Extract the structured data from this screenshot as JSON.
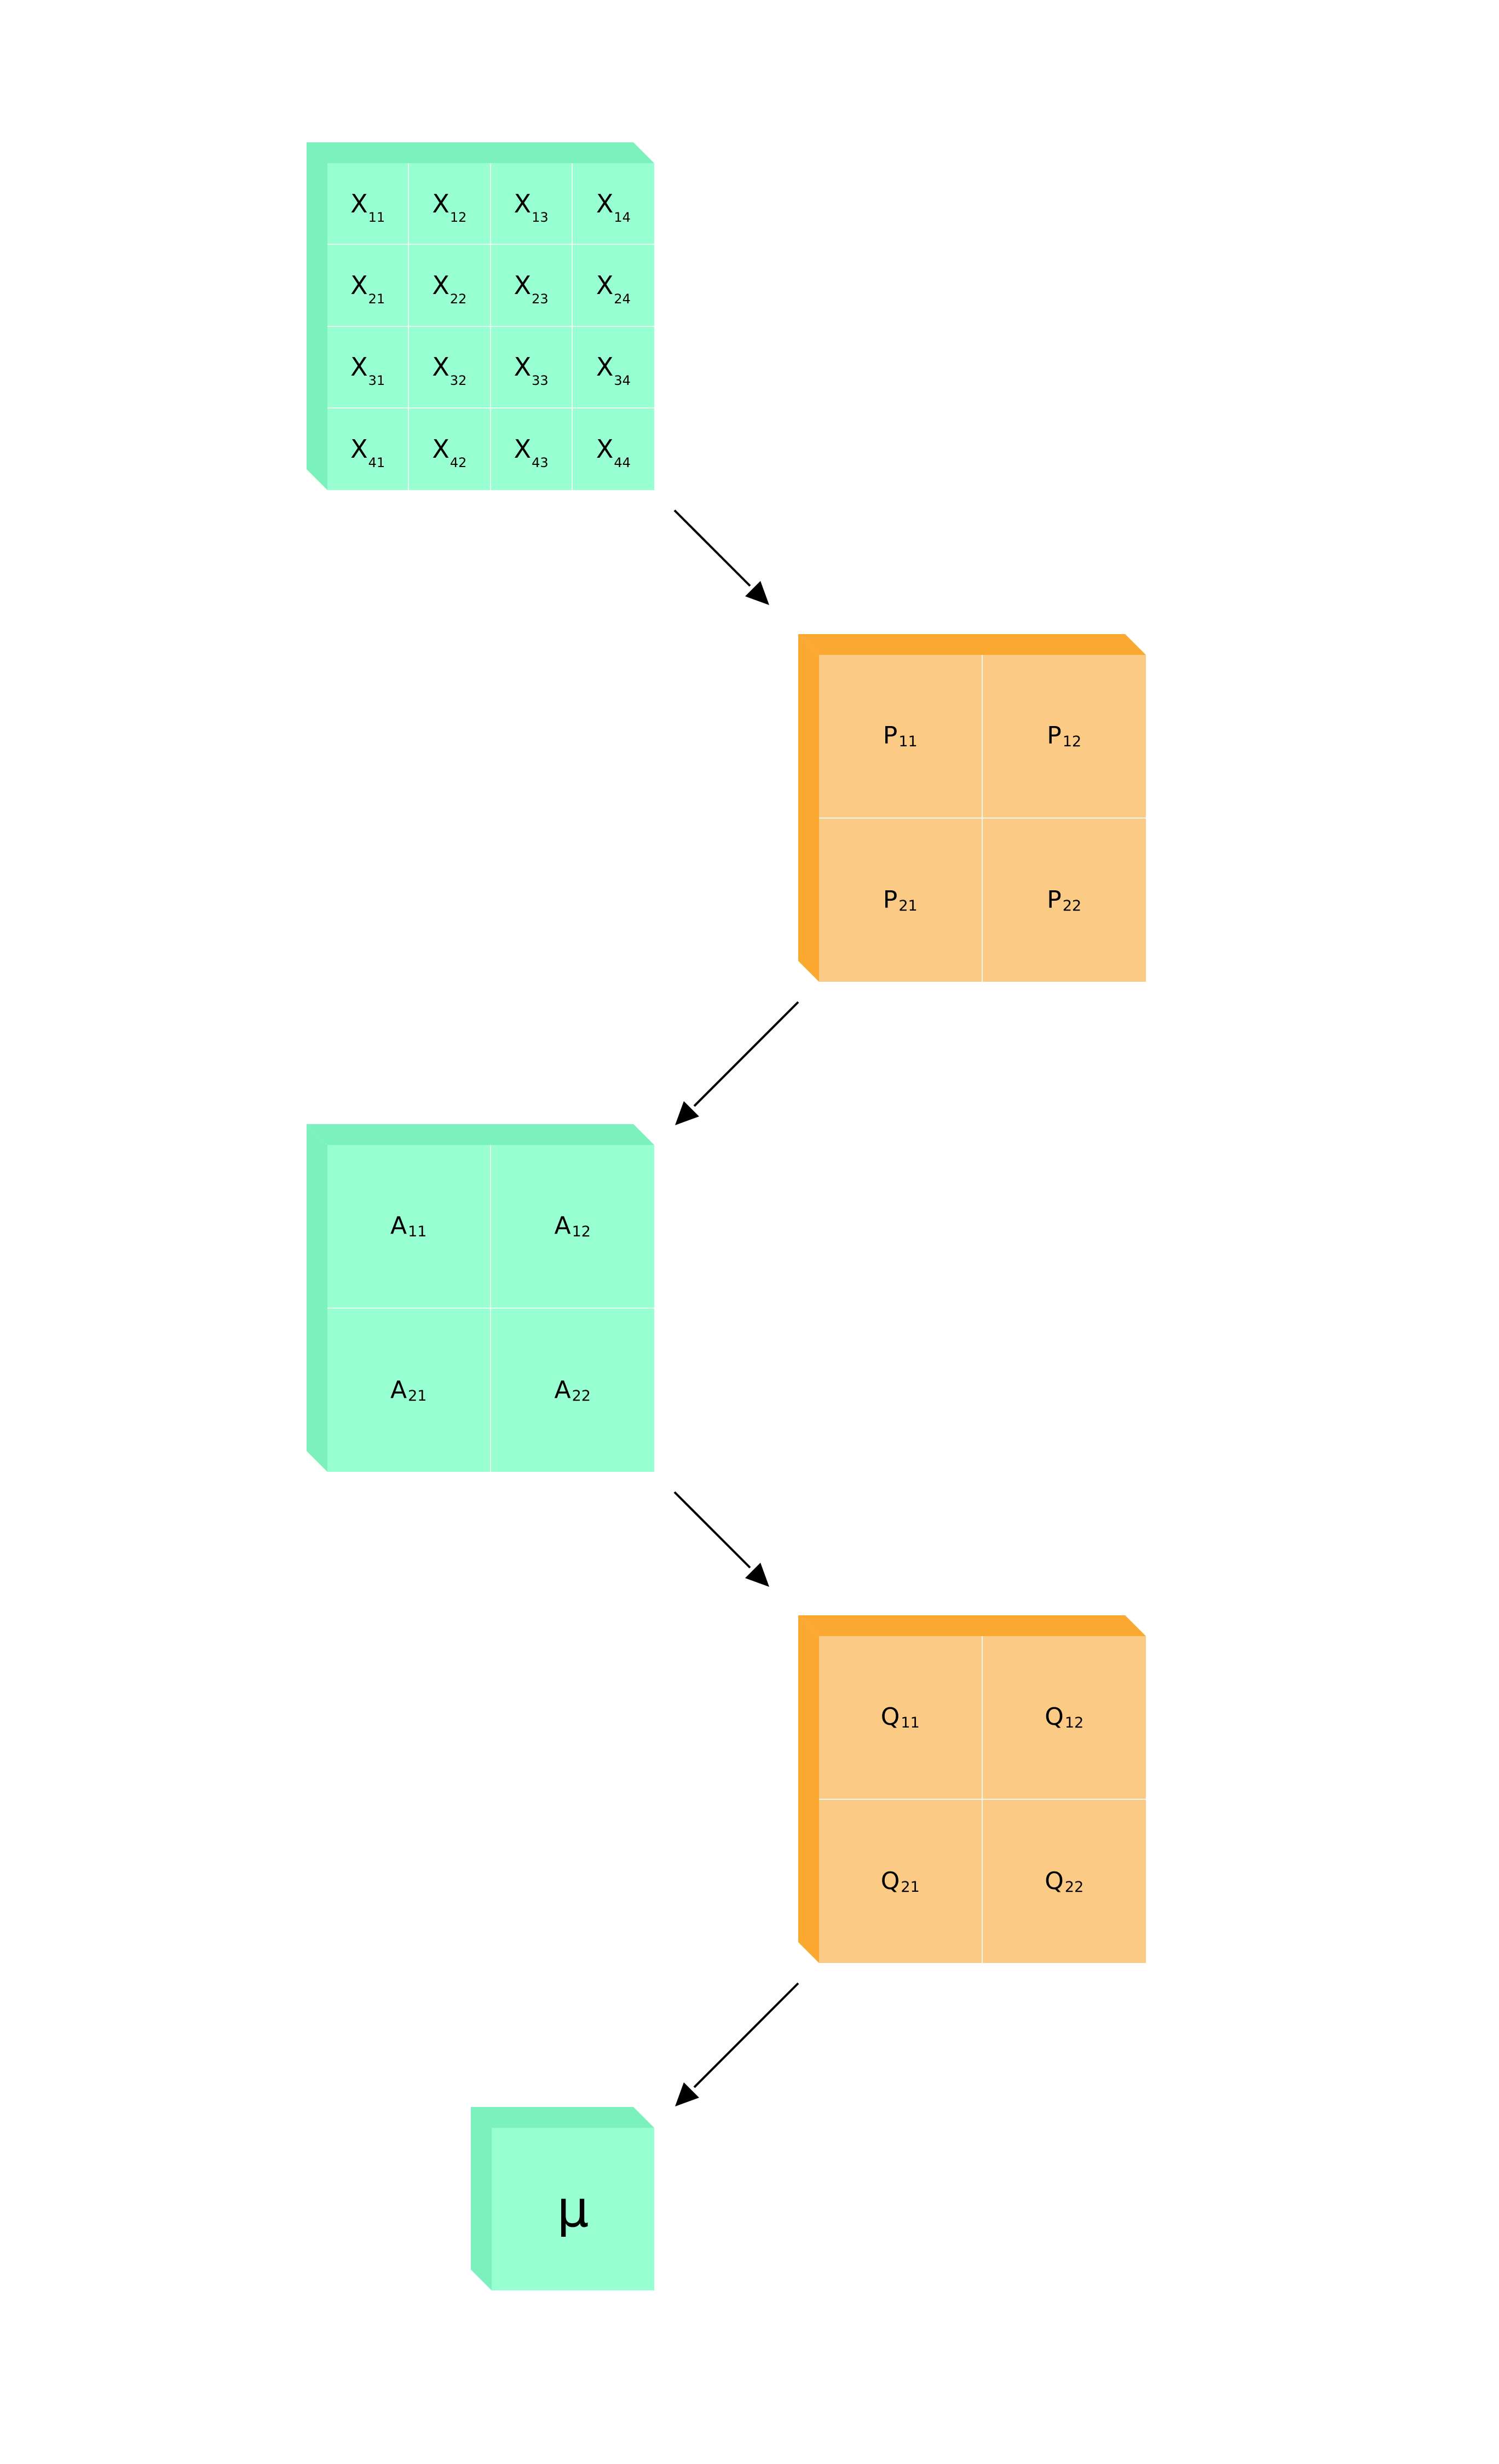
{
  "colors": {
    "green_front": "#97FFD1",
    "green_depth": "#7BF2BE",
    "orange_front": "#FBCA84",
    "orange_depth": "#FBA830",
    "grid_line": "#E9F7EF",
    "arrow": "#000000"
  },
  "matrices": {
    "X": {
      "color": "green",
      "rows": [
        [
          {
            "letter": "X",
            "sub": "11"
          },
          {
            "letter": "X",
            "sub": "12"
          },
          {
            "letter": "X",
            "sub": "13"
          },
          {
            "letter": "X",
            "sub": "14"
          }
        ],
        [
          {
            "letter": "X",
            "sub": "21"
          },
          {
            "letter": "X",
            "sub": "22"
          },
          {
            "letter": "X",
            "sub": "23"
          },
          {
            "letter": "X",
            "sub": "24"
          }
        ],
        [
          {
            "letter": "X",
            "sub": "31"
          },
          {
            "letter": "X",
            "sub": "32"
          },
          {
            "letter": "X",
            "sub": "33"
          },
          {
            "letter": "X",
            "sub": "34"
          }
        ],
        [
          {
            "letter": "X",
            "sub": "41"
          },
          {
            "letter": "X",
            "sub": "42"
          },
          {
            "letter": "X",
            "sub": "43"
          },
          {
            "letter": "X",
            "sub": "44"
          }
        ]
      ]
    },
    "P": {
      "color": "orange",
      "rows": [
        [
          {
            "letter": "P",
            "sub": "11"
          },
          {
            "letter": "P",
            "sub": "12"
          }
        ],
        [
          {
            "letter": "P",
            "sub": "21"
          },
          {
            "letter": "P",
            "sub": "22"
          }
        ]
      ]
    },
    "A": {
      "color": "green",
      "rows": [
        [
          {
            "letter": "A",
            "sub": "11"
          },
          {
            "letter": "A",
            "sub": "12"
          }
        ],
        [
          {
            "letter": "A",
            "sub": "21"
          },
          {
            "letter": "A",
            "sub": "22"
          }
        ]
      ]
    },
    "Q": {
      "color": "orange",
      "rows": [
        [
          {
            "letter": "Q",
            "sub": "11"
          },
          {
            "letter": "Q",
            "sub": "12"
          }
        ],
        [
          {
            "letter": "Q",
            "sub": "21"
          },
          {
            "letter": "Q",
            "sub": "22"
          }
        ]
      ]
    }
  },
  "result": {
    "symbol": "μ",
    "color": "green"
  },
  "flow": [
    "X",
    "P",
    "A",
    "Q",
    "μ"
  ]
}
